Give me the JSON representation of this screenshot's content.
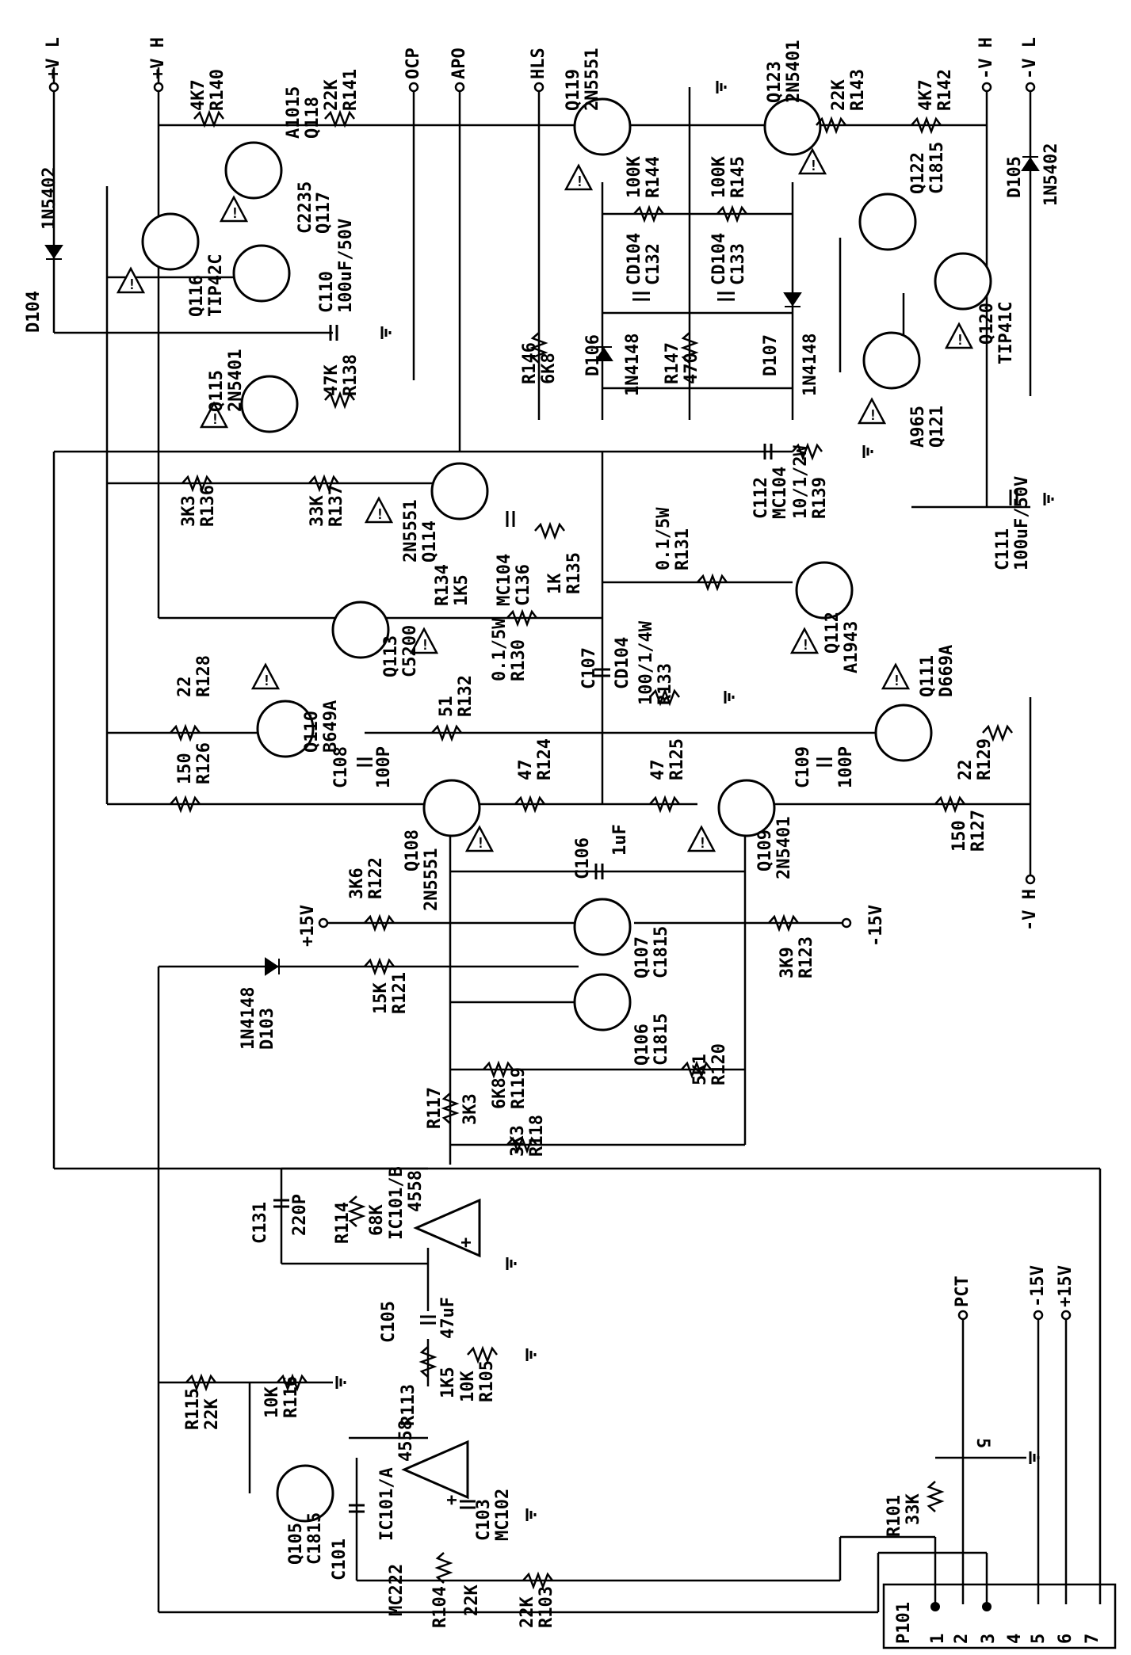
{
  "rails": {
    "plus_v_low": "+V L",
    "plus_v_high": "+V H",
    "ocp": "OCP",
    "apo": "APO",
    "hls": "HLS",
    "minus_v_high": "-V H",
    "minus_v_low": "-V L",
    "plus_15v": "+15V",
    "minus_15v": "-15V",
    "pct": "PCT",
    "connector_minus_15v": "-15V",
    "connector_plus_15v": "+15V",
    "minus_vh_bottom": "-V H"
  },
  "parts": {
    "d104": "D104",
    "d104_val": "1N5402",
    "q116": "Q116",
    "q116_val": "TIP42C",
    "q118": "Q118",
    "q118_val": "A1015",
    "q117": "Q117",
    "q117_val": "C2235",
    "c110": "C110",
    "c110_val": "100uF/50V",
    "r140": "R140",
    "r140_val": "4K7",
    "r141": "R141",
    "r141_val": "22K",
    "r138": "R138",
    "r138_val": "47K",
    "q115": "Q115",
    "q115_val": "2N5401",
    "r136": "R136",
    "r136_val": "3K3",
    "r137": "R137",
    "r137_val": "33K",
    "q114": "Q114",
    "q114_val": "2N5551",
    "r134": "R134",
    "r134_val": "1K5",
    "c136": "C136",
    "c136_val": "MC104",
    "r135": "R135",
    "r135_val": "1K",
    "q113": "Q113",
    "q113_val": "C5200",
    "r130": "R130",
    "r130_val": "0.1/5W",
    "r132": "R132",
    "r132_val": "51",
    "q110": "Q110",
    "q110_val": "B649A",
    "r128": "R128",
    "r128_val": "22",
    "r126": "R126",
    "r126_val": "150",
    "c108": "C108",
    "c108_val": "100P",
    "r124": "R124",
    "r124_val": "47",
    "c107": "C107",
    "c107_val": "CD104",
    "r133": "R133",
    "r133_val": "100/1/4W",
    "r131": "R131",
    "r131_val": "0.1/5W",
    "q119": "Q119",
    "q119_val": "2N5551",
    "r144": "R144",
    "r144_val": "100K",
    "c132": "C132",
    "c132_val": "CD104",
    "r146": "R146",
    "r146_val": "6K8",
    "d106": "D106",
    "d106_val": "1N4148",
    "r147": "R147",
    "r147_val": "470",
    "c133": "C133",
    "c133_val": "CD104",
    "r145": "R145",
    "r145_val": "100K",
    "d107": "D107",
    "d107_val": "1N4148",
    "q123": "Q123",
    "q123_val": "2N5401",
    "r143": "R143",
    "r143_val": "22K",
    "r142": "R142",
    "r142_val": "4K7",
    "q122": "Q122",
    "q122_val": "C1815",
    "d105": "D105",
    "d105_val": "1N5402",
    "q120": "Q120",
    "q120_val": "TIP41C",
    "q121": "Q121",
    "q121_val": "A965",
    "c112a": "C112",
    "c112a_val": "MC104",
    "r139": "R139",
    "r139_val": "10/1/2W",
    "c111": "C111",
    "c111_val": "100uF/50V",
    "q112": "Q112",
    "q112_val": "A1943",
    "q111": "Q111",
    "q111_val": "D669A",
    "r129": "R129",
    "r129_val": "22",
    "r127": "R127",
    "r127_val": "150",
    "c109": "C109",
    "c109_val": "100P",
    "r125": "R125",
    "r125_val": "47",
    "c106": "C106",
    "c106_val": "1uF",
    "q108": "Q108",
    "q108_val": "2N5551",
    "q109": "Q109",
    "q109_val": "2N5401",
    "r122": "R122",
    "r122_val": "3K6",
    "q107": "Q107",
    "q107_val": "C1815",
    "r123": "R123",
    "r123_val": "3K9",
    "r121": "R121",
    "r121_val": "15K",
    "d103": "D103",
    "d103_val": "1N4148",
    "r119": "R119",
    "r119_val": "6K8",
    "q106": "Q106",
    "q106_val": "C1815",
    "r120": "R120",
    "r120_val": "5K1",
    "r117": "R117",
    "r117_val": "3K3",
    "r118": "R118",
    "r118_val": "3K3",
    "c131": "C131",
    "c131_val": "220P",
    "r114": "R114",
    "r114_val": "68K",
    "ic101b": "IC101/B",
    "ic101b_val": "4558",
    "c105": "C105",
    "c105_val": "47uF",
    "r115": "R115",
    "r115_val": "22K",
    "r116": "R116",
    "r116_val": "10K",
    "r113": "R113",
    "r113_val": "1K5",
    "r105": "R105",
    "r105_val": "10K",
    "ic101a": "IC101/A",
    "ic101a_val": "4558",
    "c103": "C103",
    "c103_val": "MC102",
    "q105": "Q105",
    "q105_val": "C1815",
    "c101": "C101",
    "c101_val": "MC222",
    "r104": "R104",
    "r104_val": "22K",
    "r103": "R103",
    "r103_val": "22K",
    "r101": "R101",
    "r101_val": "33K",
    "p101": "P101"
  },
  "connector_pins": [
    "1",
    "2",
    "3",
    "4",
    "5",
    "6",
    "7"
  ],
  "misc": {
    "pin5_label": "5",
    "opamp_plus": "+",
    "opamp_minus": "-",
    "warning": "!"
  },
  "colors": {
    "ink": "#000000",
    "paper": "#ffffff"
  }
}
